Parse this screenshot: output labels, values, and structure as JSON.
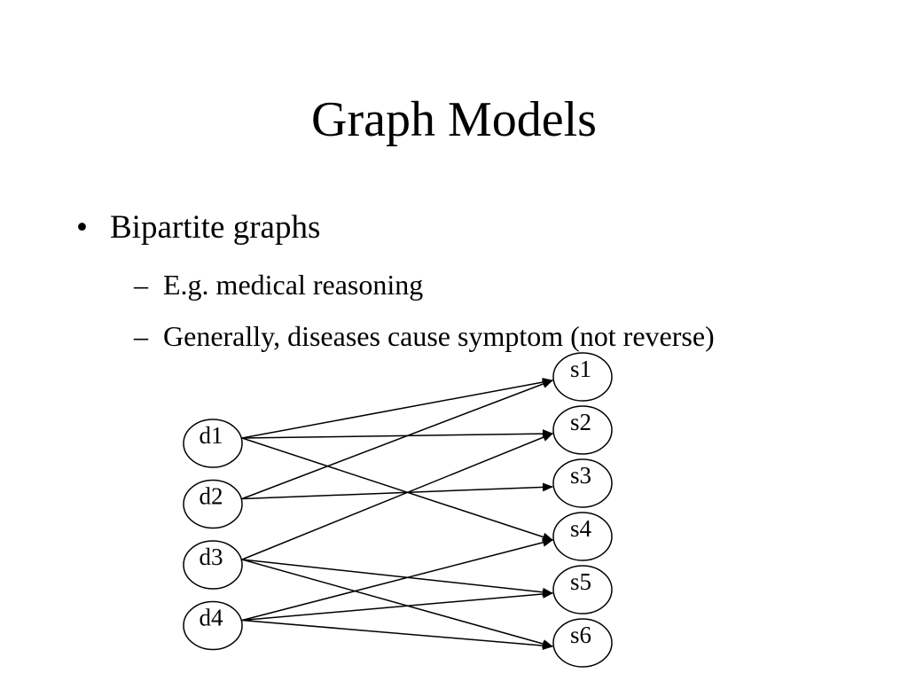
{
  "slide": {
    "title": "Graph Models",
    "bullet_marker": "•",
    "sub_marker": "–",
    "bullets": [
      {
        "text": "Bipartite graphs",
        "sub": [
          "E.g. medical reasoning",
          "Generally, diseases cause symptom (not reverse)"
        ]
      }
    ]
  },
  "graph": {
    "left_nodes": [
      {
        "id": "d1",
        "label": "d1"
      },
      {
        "id": "d2",
        "label": "d2"
      },
      {
        "id": "d3",
        "label": "d3"
      },
      {
        "id": "d4",
        "label": "d4"
      }
    ],
    "right_nodes": [
      {
        "id": "s1",
        "label": "s1"
      },
      {
        "id": "s2",
        "label": "s2"
      },
      {
        "id": "s3",
        "label": "s3"
      },
      {
        "id": "s4",
        "label": "s4"
      },
      {
        "id": "s5",
        "label": "s5"
      },
      {
        "id": "s6",
        "label": "s6"
      }
    ],
    "edges": [
      {
        "from": "d1",
        "to": "s1"
      },
      {
        "from": "d1",
        "to": "s2"
      },
      {
        "from": "d1",
        "to": "s4"
      },
      {
        "from": "d2",
        "to": "s1"
      },
      {
        "from": "d2",
        "to": "s3"
      },
      {
        "from": "d3",
        "to": "s2"
      },
      {
        "from": "d3",
        "to": "s5"
      },
      {
        "from": "d3",
        "to": "s6"
      },
      {
        "from": "d4",
        "to": "s4"
      },
      {
        "from": "d4",
        "to": "s5"
      },
      {
        "from": "d4",
        "to": "s6"
      }
    ]
  }
}
